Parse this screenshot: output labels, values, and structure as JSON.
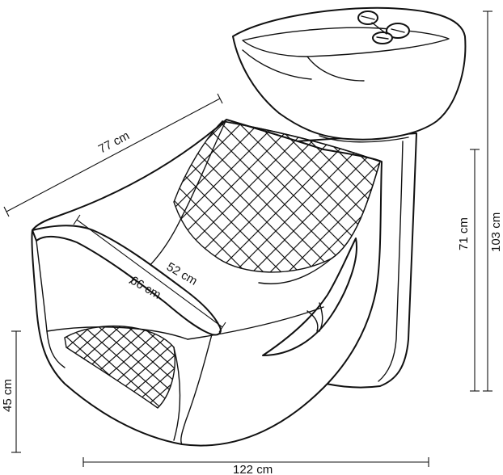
{
  "dimensions": {
    "width": "122 cm",
    "depth": "77 cm",
    "seat_depth": "52 cm",
    "seat_length": "66 cm",
    "seat_height": "45 cm",
    "basin_height": "71 cm",
    "total_height": "103 cm"
  }
}
